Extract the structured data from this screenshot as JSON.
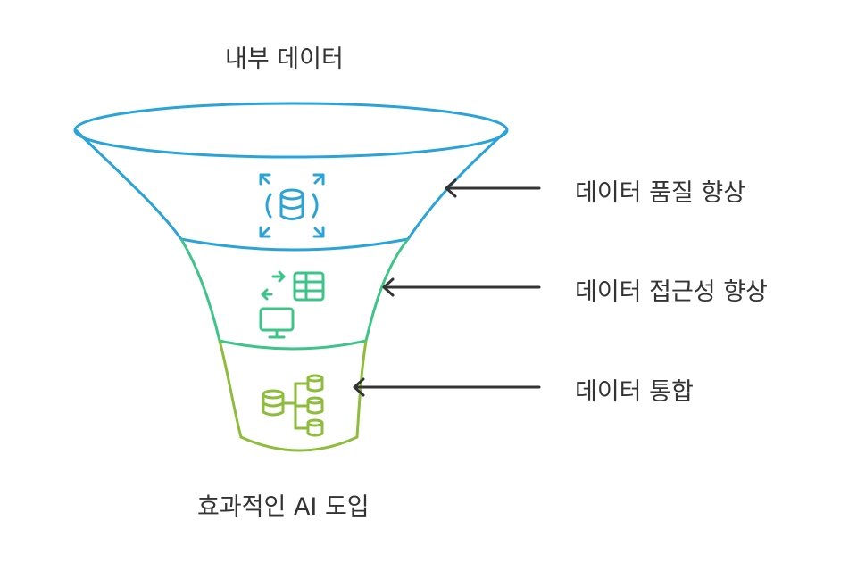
{
  "diagram": {
    "top_label": "내부 데이터",
    "bottom_label": "효과적인 AI 도입",
    "stages": [
      {
        "label": "데이터 품질 향상",
        "icon": "database-expand-icon",
        "color": "#2aa3d9"
      },
      {
        "label": "데이터 접근성 향상",
        "icon": "table-monitor-sync-icon",
        "color": "#3dc488"
      },
      {
        "label": "데이터 통합",
        "icon": "database-hierarchy-icon",
        "color": "#8dbd3a"
      }
    ],
    "arrow_color": "#333333"
  }
}
